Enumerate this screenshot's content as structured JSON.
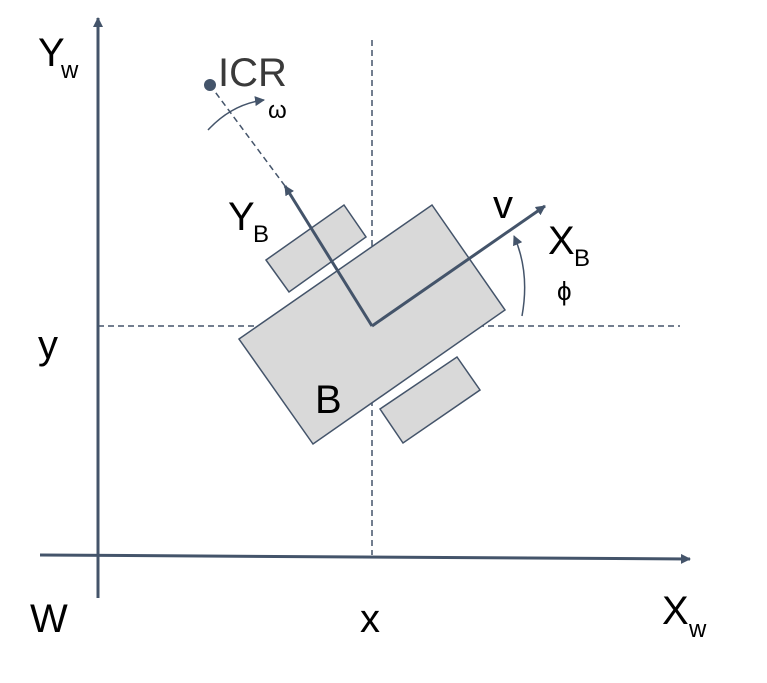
{
  "labels": {
    "world_y_axis": "Y",
    "world_y_sub": "w",
    "world_x_axis": "X",
    "world_x_sub": "w",
    "world_origin": "W",
    "icr": "ICR",
    "omega": "ω",
    "body_y_axis": "Y",
    "body_y_sub": "B",
    "body_x_axis": "X",
    "body_x_sub": "B",
    "velocity": "v",
    "heading": "ϕ",
    "body": "B",
    "pos_x": "x",
    "pos_y": "y"
  },
  "colors": {
    "axis": "#44546a",
    "body_fill": "#d9d9d9",
    "label": "#000000",
    "icr_text": "#3a3a3a"
  }
}
